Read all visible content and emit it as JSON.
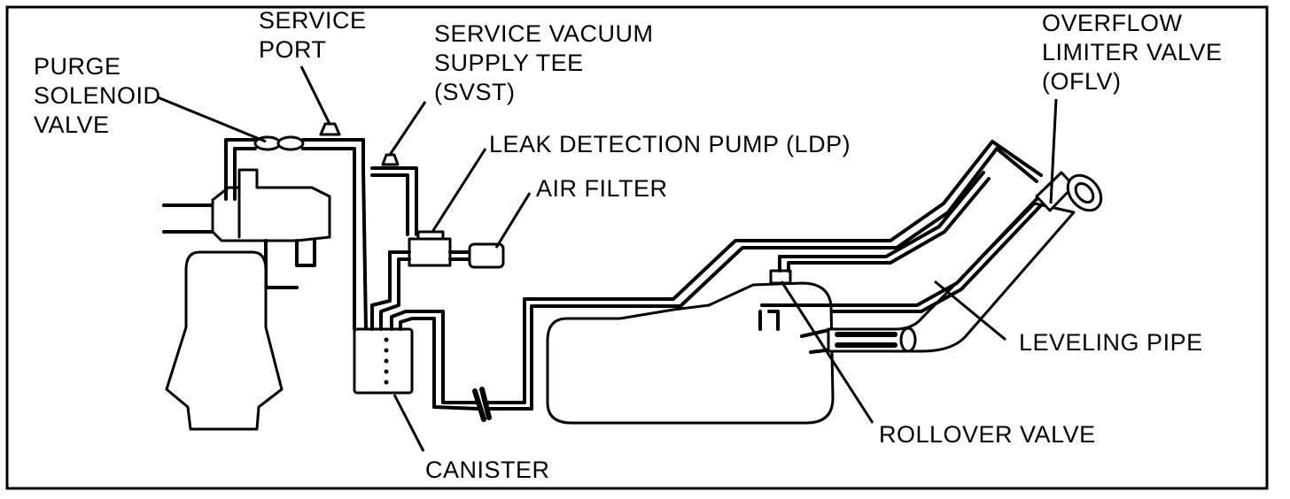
{
  "labels": {
    "purge_solenoid_valve": [
      "PURGE",
      "SOLENOID",
      "VALVE"
    ],
    "service_port": [
      "SERVICE",
      "PORT"
    ],
    "svst": [
      "SERVICE VACUUM",
      "SUPPLY TEE",
      "(SVST)"
    ],
    "ldp": "LEAK DETECTION PUMP (LDP)",
    "air_filter": "AIR FILTER",
    "oflv": [
      "OVERFLOW",
      "LIMITER VALVE",
      "(OFLV)"
    ],
    "leveling_pipe": "LEVELING PIPE",
    "rollover_valve": "ROLLOVER VALVE",
    "canister": "CANISTER"
  }
}
